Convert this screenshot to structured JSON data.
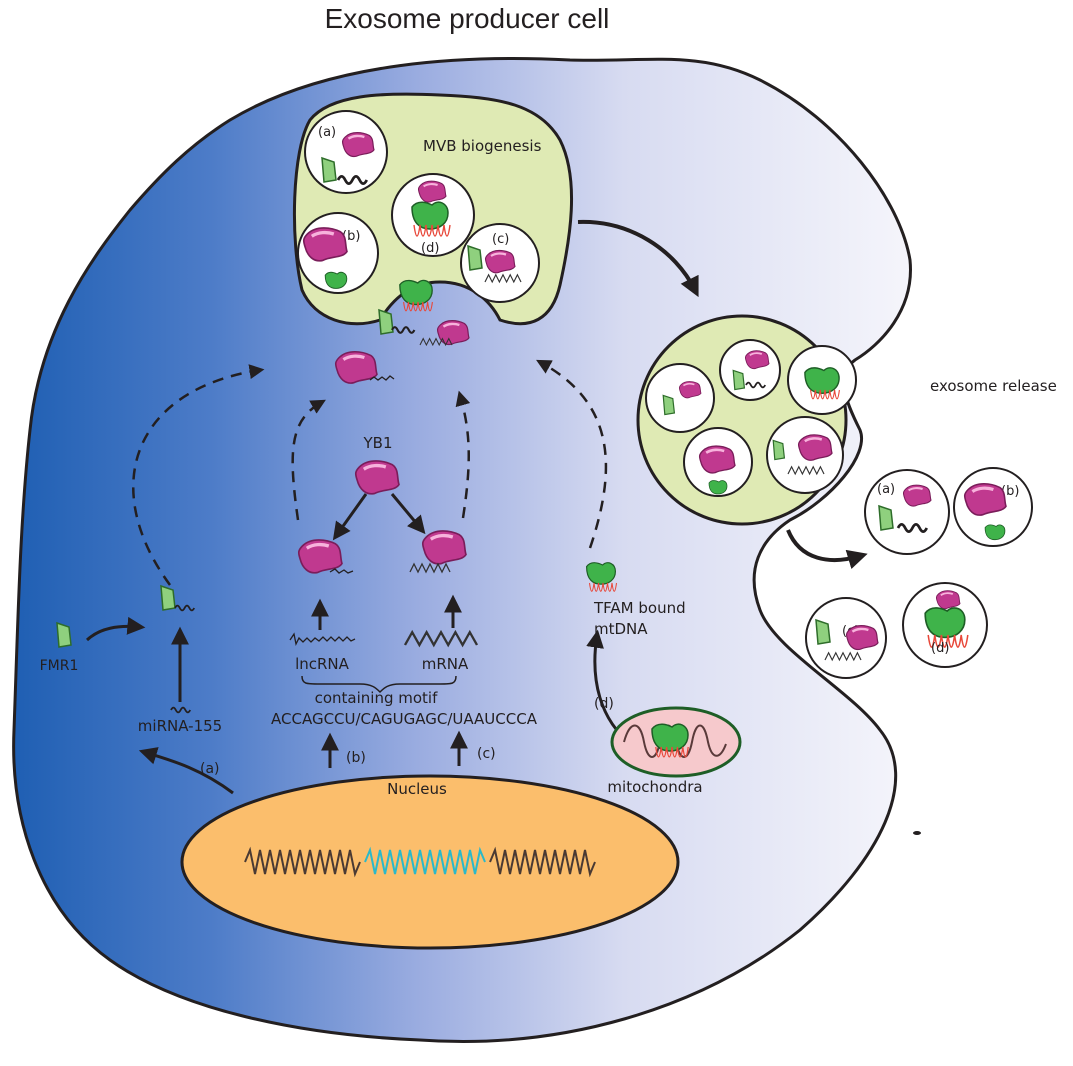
{
  "title": "Exosome producer cell",
  "labels": {
    "mvb": "MVB biogenesis",
    "release": "exosome release",
    "yb1": "YB1",
    "fmr1": "FMR1",
    "mirna": "miRNA-155",
    "lncrna": "lncRNA",
    "mrna": "mRNA",
    "motif_caption": "containing motif",
    "motif_seq": "ACCAGCCU/CAGUGAGC/UAAUCCCA",
    "tfam_line1": "TFAM bound",
    "tfam_line2": "mtDNA",
    "mito": "mitochondra",
    "nucleus": "Nucleus"
  },
  "pathway_tags": {
    "a": "(a)",
    "b": "(b)",
    "c": "(c)",
    "d": "(d)"
  },
  "colors": {
    "cell_dark": "#1f63b5",
    "cell_light": "#eef0fa",
    "mvb_fill": "#dfeab4",
    "nucleus_fill": "#fbbe6c",
    "protein_magenta": "#c0398f",
    "protein_green": "#3fb34a",
    "rna_line": "#333333",
    "dna_highlight": "#2bb9c9",
    "mtdna_red": "#e8483a"
  }
}
